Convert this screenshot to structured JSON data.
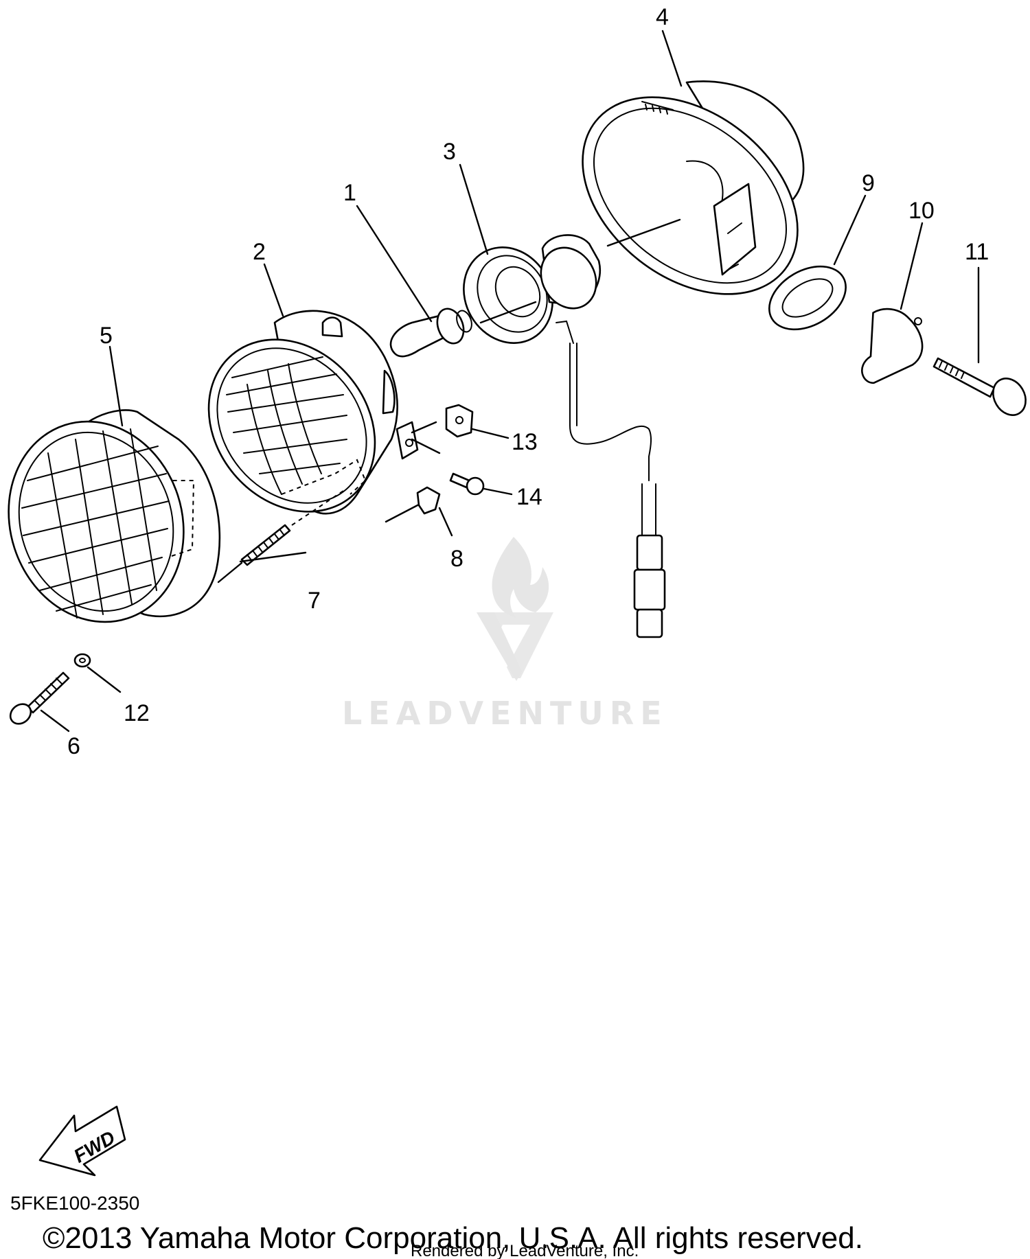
{
  "diagram": {
    "callouts": [
      "1",
      "2",
      "3",
      "4",
      "5",
      "6",
      "7",
      "8",
      "9",
      "10",
      "11",
      "12",
      "13",
      "14"
    ],
    "direction_label": "FWD",
    "reference_code": "5FKE100-2350",
    "watermark": "LEADVENTURE",
    "copyright": "©2013 Yamaha Motor Corporation, U.S.A. All rights reserved.",
    "rendered_by": "Rendered by LeadVenture, Inc."
  }
}
